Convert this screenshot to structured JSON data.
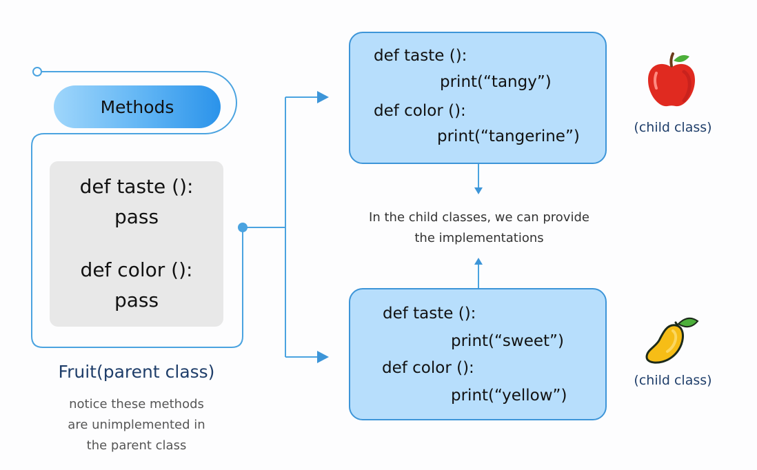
{
  "parent": {
    "methods_label": "Methods",
    "code": {
      "taste_def": "def taste ():",
      "taste_body": "pass",
      "color_def": "def color ():",
      "color_body": "pass"
    },
    "title": "Fruit(parent class)",
    "note_lines": [
      "notice these methods",
      "are unimplemented in",
      "the parent class"
    ]
  },
  "children": [
    {
      "code": {
        "taste_def": "def taste ():",
        "taste_body": "print(“tangy”)",
        "color_def": "def color ():",
        "color_body": "print(“tangerine”)"
      },
      "icon": "apple-icon",
      "label": "(child class)"
    },
    {
      "code": {
        "taste_def": "def taste ():",
        "taste_body": "print(“sweet”)",
        "color_def": "def color ():",
        "color_body": "print(“yellow”)"
      },
      "icon": "mango-icon",
      "label": "(child class)"
    }
  ],
  "middle_note_lines": [
    "In the child classes, we can provide",
    "the implementations"
  ],
  "colors": {
    "connector": "#4aa3e0",
    "child_fill": "#b7defc",
    "child_border": "#3d95d8",
    "parent_fill": "#e8e8e8",
    "title": "#1f3e6a"
  }
}
